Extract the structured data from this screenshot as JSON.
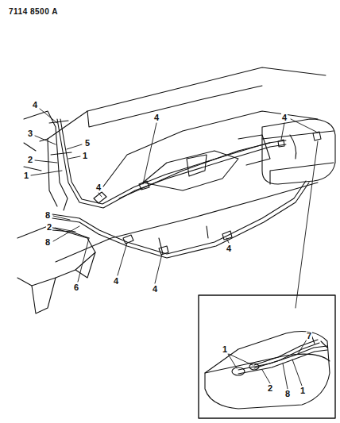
{
  "diagram": {
    "labels": [
      "7114 8500 A",
      "4",
      "3",
      "5",
      "1",
      "2",
      "1",
      "4",
      "4",
      "4",
      "8",
      "2",
      "8",
      "6",
      "4",
      "4",
      "4",
      "1",
      "7",
      "2",
      "8",
      "1"
    ]
  }
}
